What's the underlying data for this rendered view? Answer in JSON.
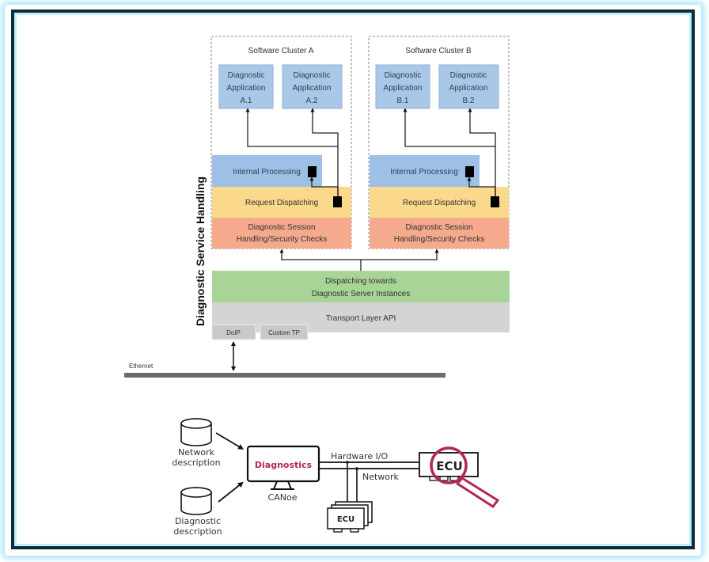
{
  "upper_diagram": {
    "vertical_label": "Diagnostic Service Handling",
    "clusters": [
      {
        "title": "Software Cluster A",
        "apps": [
          {
            "line1": "Diagnostic",
            "line2": "Application",
            "line3": "A.1"
          },
          {
            "line1": "Diagnostic",
            "line2": "Application",
            "line3": "A.2"
          }
        ],
        "internal_processing": "Internal Processing",
        "request_dispatching": "Request Dispatching",
        "session_line1": "Diagnostic Session",
        "session_line2": "Handling/Security Checks"
      },
      {
        "title": "Software Cluster B",
        "apps": [
          {
            "line1": "Diagnostic",
            "line2": "Application",
            "line3": "B.1"
          },
          {
            "line1": "Diagnostic",
            "line2": "Application",
            "line3": "B.2"
          }
        ],
        "internal_processing": "Internal Processing",
        "request_dispatching": "Request Dispatching",
        "session_line1": "Diagnostic Session",
        "session_line2": "Handling/Security Checks"
      }
    ],
    "dispatching_line1": "Dispatching towards",
    "dispatching_line2": "Diagnostic Server Instances",
    "transport_layer": "Transport Layer API",
    "doip": "DoIP",
    "custom_tp": "Custom TP",
    "ethernet": "Ethernet",
    "colors": {
      "app_blue": "#a9c8e8",
      "internal_blue": "#9fc0e6",
      "request_yellow": "#fbd98c",
      "session_salmon": "#f5aa8e",
      "dispatch_green": "#a8d597",
      "transport_gray": "#d4d4d4",
      "ethernet_bar": "#6f6a6a"
    }
  },
  "lower_diagram": {
    "network_description_line1": "Network",
    "network_description_line2": "description",
    "diagnostic_description_line1": "Diagnostic",
    "diagnostic_description_line2": "description",
    "monitor_label": "Diagnostics",
    "tool_name": "CANoe",
    "hardware_io": "Hardware I/O",
    "network": "Network",
    "ecu_main": "ECU",
    "ecu_stack": "ECU",
    "colors": {
      "accent_crimson": "#b3284f"
    }
  }
}
